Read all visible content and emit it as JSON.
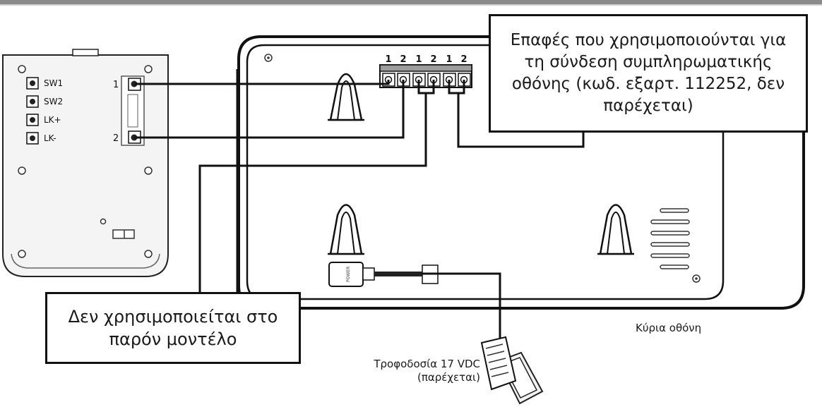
{
  "callouts": {
    "contacts_text": "Επαφές που χρησιμοποιούνται για τη σύνδεση συμπληρωματικής οθόνης (κωδ. εξαρτ. 112252, δεν παρέχεται)",
    "not_used_text": "Δεν χρησιμοποιείται στο παρόν μοντέλο"
  },
  "labels": {
    "main_monitor": "Κύρια οθόνη",
    "power_supply_line1": "Τροφοδοσία 17 VDC",
    "power_supply_line2": "(παρέχεται)"
  },
  "outdoor_panel": {
    "terminals": [
      "SW1",
      "SW2",
      "LK+",
      "LK-"
    ],
    "bus_terminals": [
      "1",
      "2"
    ]
  },
  "monitor": {
    "terminal_numbers": [
      "1",
      "2",
      "1",
      "2",
      "1",
      "2"
    ]
  },
  "adapter": {
    "mark": "POWER"
  }
}
